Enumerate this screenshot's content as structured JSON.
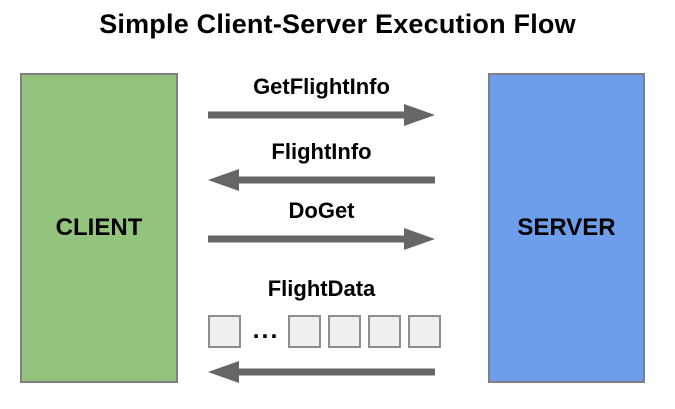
{
  "title": "Simple Client-Server Execution Flow",
  "nodes": {
    "client": {
      "label": "CLIENT"
    },
    "server": {
      "label": "SERVER"
    }
  },
  "messages": [
    {
      "label": "GetFlightInfo",
      "direction": "client-to-server"
    },
    {
      "label": "FlightInfo",
      "direction": "server-to-client"
    },
    {
      "label": "DoGet",
      "direction": "client-to-server"
    },
    {
      "label": "FlightData",
      "direction": "server-to-client",
      "chunks": {
        "squares": 5,
        "ellipsis": "..."
      }
    }
  ],
  "colors": {
    "client_fill": "#93c47d",
    "server_fill": "#6d9eeb",
    "box_border": "#7f7f7f",
    "arrow": "#666666",
    "square_fill": "#efefef",
    "square_border": "#8e8e8e",
    "text": "#000000",
    "background": "#ffffff"
  }
}
